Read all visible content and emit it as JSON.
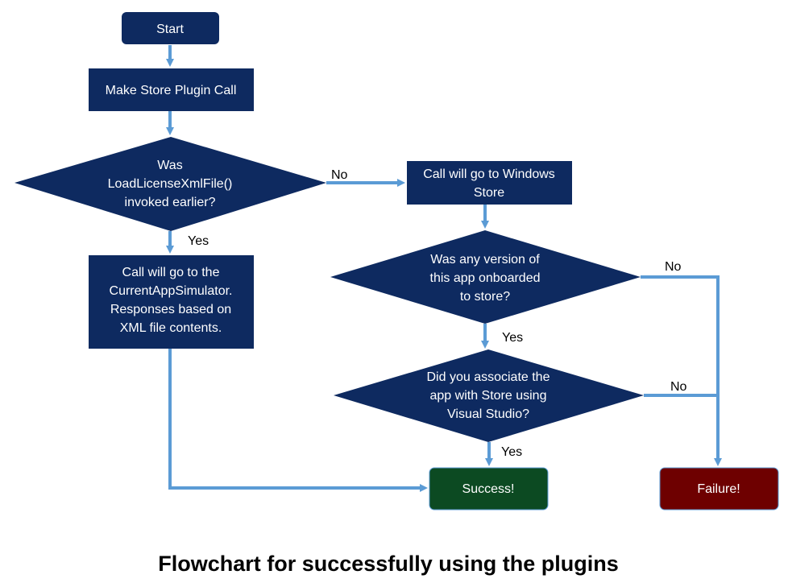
{
  "colors": {
    "process_fill": "#0e2a60",
    "connector": "#5b9bd5",
    "success_fill": "#0c4a22",
    "failure_fill": "#6e0000",
    "node_text": "#ffffff"
  },
  "nodes": {
    "start": {
      "lines": [
        "Start"
      ]
    },
    "plugin_call": {
      "lines": [
        "Make Store Plugin Call"
      ]
    },
    "was_loaded": {
      "lines": [
        "Was",
        "LoadLicenseXmlFile()",
        "invoked earlier?"
      ]
    },
    "windows_store": {
      "lines": [
        "Call will go to Windows",
        "Store"
      ]
    },
    "simulator": {
      "lines": [
        "Call will go to the",
        "CurrentAppSimulator.",
        "Responses based on",
        "XML file contents."
      ]
    },
    "onboarded": {
      "lines": [
        "Was any version of",
        "this app onboarded",
        "to store?"
      ]
    },
    "associated": {
      "lines": [
        "Did you associate the",
        "app with Store using",
        "Visual Studio?"
      ]
    },
    "success": {
      "lines": [
        "Success!"
      ]
    },
    "failure": {
      "lines": [
        "Failure!"
      ]
    }
  },
  "edge_labels": {
    "no_1": "No",
    "yes_1": "Yes",
    "no_2": "No",
    "yes_2": "Yes",
    "no_3": "No",
    "yes_3": "Yes"
  },
  "caption": "Flowchart for successfully using the plugins"
}
